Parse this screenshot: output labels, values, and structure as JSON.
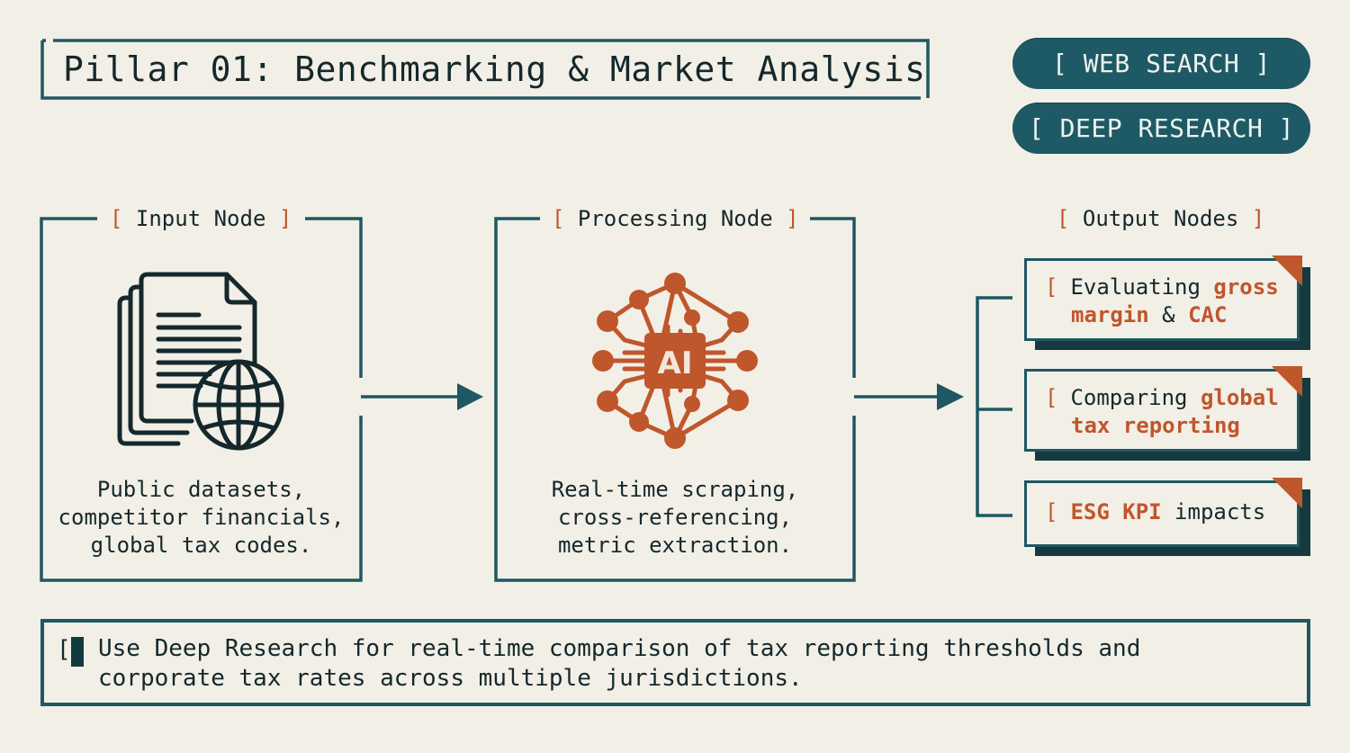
{
  "title": "Pillar 01: Benchmarking & Market Analysis",
  "mode_buttons": [
    {
      "label": "[ WEB SEARCH ]"
    },
    {
      "label": "[ DEEP RESEARCH ]"
    }
  ],
  "nodes": {
    "input": {
      "label": "Input Node",
      "icon": "documents-globe-icon",
      "description": "Public datasets,\ncompetitor financials,\nglobal tax codes."
    },
    "processing": {
      "label": "Processing Node",
      "icon": "ai-chip-network-icon",
      "chip_text": "AI",
      "description": "Real-time scraping,\ncross-referencing,\nmetric extraction."
    },
    "output": {
      "label": "Output Nodes",
      "items": [
        {
          "parts": [
            {
              "text": "Evaluating ",
              "highlight": false
            },
            {
              "text": "gross",
              "highlight": true
            },
            {
              "text": "\nmargin",
              "highlight": true
            },
            {
              "text": " & ",
              "highlight": false
            },
            {
              "text": "CAC",
              "highlight": true
            }
          ]
        },
        {
          "parts": [
            {
              "text": "Comparing ",
              "highlight": false
            },
            {
              "text": "global",
              "highlight": true
            },
            {
              "text": "\ntax reporting",
              "highlight": true
            }
          ]
        },
        {
          "parts": [
            {
              "text": "ESG KPI",
              "highlight": true
            },
            {
              "text": " impacts",
              "highlight": false
            }
          ]
        }
      ]
    }
  },
  "bracket_open": "[",
  "bracket_close": "]",
  "note": {
    "bracket": "[",
    "text": "Use Deep Research for real-time comparison of tax reporting thresholds and\ncorporate tax rates across multiple jurisdictions."
  },
  "colors": {
    "background": "#f2efe6",
    "teal": "#1d5863",
    "rust": "#c0562c",
    "ink": "#14282c"
  }
}
